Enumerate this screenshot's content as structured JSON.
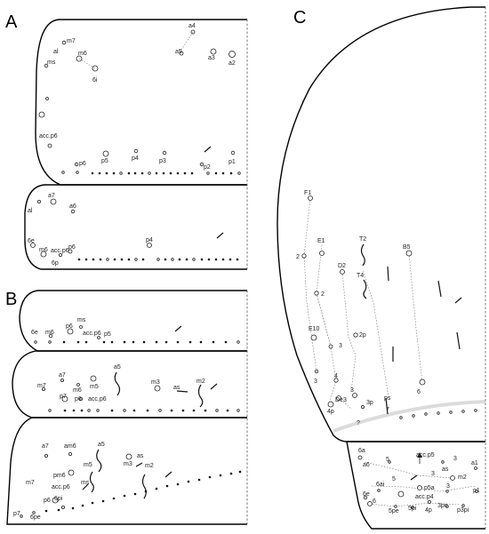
{
  "panels": {
    "A": {
      "letter": "A",
      "labels": [
        "m7",
        "al",
        "ms",
        "m6",
        "6i",
        "a4",
        "a5",
        "a3",
        "a2",
        "acc.p6",
        "p6",
        "p5",
        "p4",
        "p3",
        "p2",
        "p1",
        "a7",
        "a6",
        "al",
        "6e",
        "m6",
        "acc.p6",
        "p6",
        "6p",
        "p4"
      ]
    },
    "B": {
      "letter": "B",
      "labels": [
        "ms",
        "6e",
        "m6",
        "p6",
        "acc.p6",
        "p5",
        "a7",
        "a5",
        "m7",
        "m5",
        "m6",
        "p7",
        "p6",
        "acc.p6",
        "m3",
        "as",
        "m2",
        "a7",
        "am6",
        "a5",
        "m3",
        "as",
        "pm6",
        "m5",
        "m2",
        "acc.p6",
        "ms",
        "m7",
        "p6",
        "6pi",
        "p7",
        "6pe"
      ]
    },
    "C": {
      "letter": "C",
      "labels": [
        "F1",
        "2",
        "E1",
        "T2",
        "B5",
        "D2",
        "T4",
        "2",
        "E10",
        "2p",
        "3",
        "4",
        "3",
        "3",
        "De3",
        "3p",
        "ps",
        "4p",
        "7",
        "6",
        "?",
        "6a",
        "acc.p5",
        "3",
        "a1",
        "a6",
        "5",
        "3",
        "as",
        "m2",
        "6ai",
        "p5a",
        "5",
        "3",
        "6e",
        "acc.p4",
        "p1",
        "6",
        "5pe",
        "5pi",
        "4p",
        "3pe",
        "p3pi"
      ]
    }
  }
}
